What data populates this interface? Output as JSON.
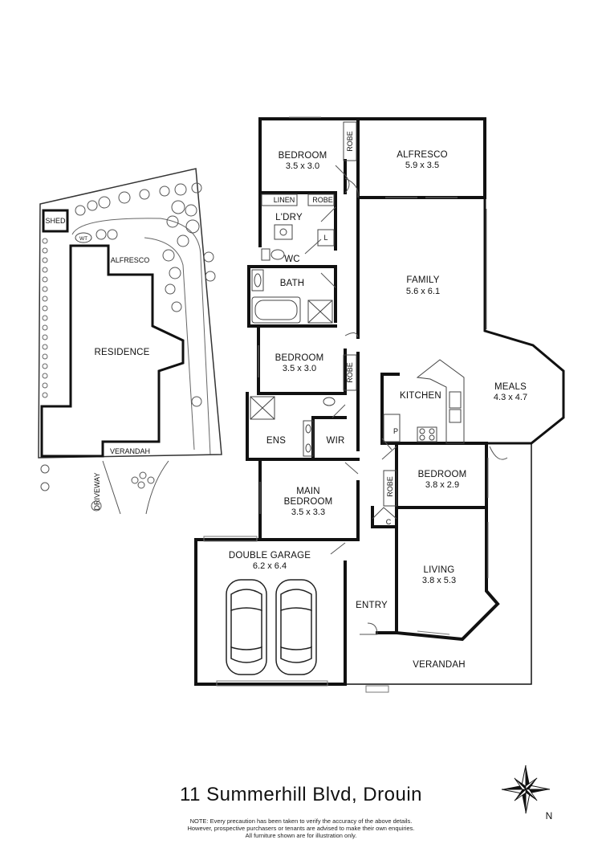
{
  "site_plan": {
    "shed": "SHED",
    "wt": "WT",
    "alfresco": "ALFRESCO",
    "residence": "RESIDENCE",
    "verandah": "VERANDAH",
    "driveway": "DRIVEWAY"
  },
  "rooms": {
    "bedroom_top": {
      "name": "BEDROOM",
      "size": "3.5 x 3.0"
    },
    "robe_top": "ROBE",
    "alfresco": {
      "name": "ALFRESCO",
      "size": "5.9 x 3.5"
    },
    "linen": "LINEN",
    "robe_linen": "ROBE",
    "laundry": "L'DRY",
    "laundry_l": "L",
    "wc": "WC",
    "bath": "BATH",
    "family": {
      "name": "FAMILY",
      "size": "5.6 x 6.1"
    },
    "bedroom_mid": {
      "name": "BEDROOM",
      "size": "3.5 x 3.0"
    },
    "robe_mid": "ROBE",
    "kitchen": "KITCHEN",
    "pantry": "P",
    "meals": {
      "name": "MEALS",
      "size": "4.3 x 4.7"
    },
    "ens": "ENS",
    "wir": "WIR",
    "main_bedroom": {
      "name1": "MAIN",
      "name2": "BEDROOM",
      "size": "3.5 x 3.3"
    },
    "bedroom_east": {
      "name": "BEDROOM",
      "size": "3.8 x 2.9"
    },
    "robe_east": "ROBE",
    "cupboard": "C",
    "garage": {
      "name": "DOUBLE GARAGE",
      "size": "6.2 x 6.4"
    },
    "living": {
      "name": "LIVING",
      "size": "3.8 x 5.3"
    },
    "entry": "ENTRY",
    "verandah": "VERANDAH"
  },
  "compass": {
    "north": "N"
  },
  "address": "11 Summerhill Blvd, Drouin",
  "disclaimer": {
    "line1": "NOTE: Every precaution has been taken to verify the accuracy of the above details.",
    "line2": "However, prospective purchasers or tenants are advised to make their own enquiries.",
    "line3": "All furniture shown are for illustration only."
  }
}
